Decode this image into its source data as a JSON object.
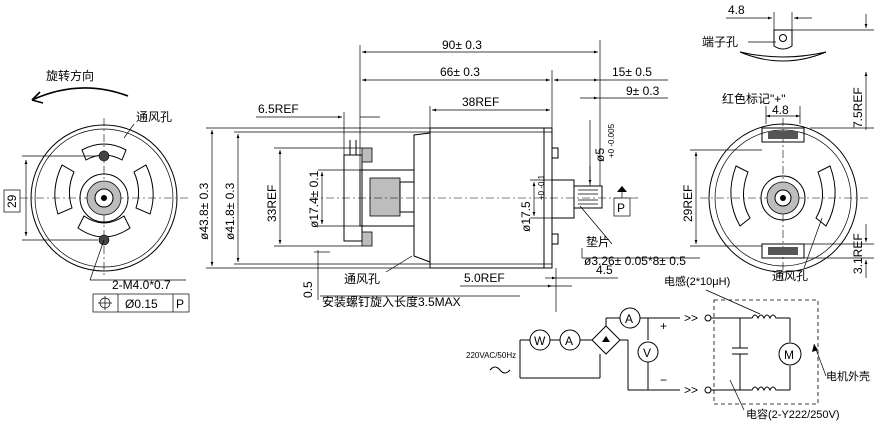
{
  "rotation_label": "旋转方向",
  "vent_label_left": "通风孔",
  "dim_29": "29",
  "screw_spec": "2-M4.0*0.7",
  "tolerance_value": "Ø0.15",
  "tolerance_datum": "P",
  "dim_90": "90± 0.3",
  "dim_66": "66± 0.3",
  "dim_15": "15± 0.5",
  "dim_9": "9± 0.3",
  "dim_6_5ref": "6.5REF",
  "dim_38ref": "38REF",
  "dia_43_8": "ø43.8± 0.3",
  "dia_41_8": "ø41.8± 0.3",
  "dim_33ref": "33REF",
  "dia_17_4": "ø17.4± 0.1",
  "dia_17_5": "ø17.5",
  "dia_17_5_tol": "+0 -0.1",
  "dia_5": "ø5",
  "dia_5_tol": "+0 -0.005",
  "datum_p": "P",
  "washer_label": "垫片",
  "shaft_spec": "ø3.26± 0.05*8± 0.5",
  "dim_4_5": "4.5",
  "dim_5_0ref": "5.0REF",
  "dim_0_5": "0.5",
  "vent_label_bottom": "通风孔",
  "screw_depth_note": "安装螺钉旋入长度3.5MAX",
  "dim_4_8_top": "4.8",
  "terminal_label": "端子孔",
  "dim_7_5ref": "7.5REF",
  "red_mark_label": "红色标记\"+\"",
  "dim_4_8_mid": "4.8",
  "dim_29ref": "29REF",
  "dim_3_1ref": "3.1REF",
  "vent_label_right": "通风孔",
  "inductor_label": "电感(2*10μH)",
  "capacitor_label": "电容(2-Y222/250V)",
  "housing_label": "电机外壳",
  "supply_label": "220VAC/50Hz",
  "meter_w": "W",
  "meter_a1": "A",
  "meter_a2": "A",
  "meter_v": "V",
  "motor_symbol": "M",
  "plus_sign": "+",
  "minus_sign": "−",
  "arrows_top": ">>",
  "arrows_bottom": ">>"
}
